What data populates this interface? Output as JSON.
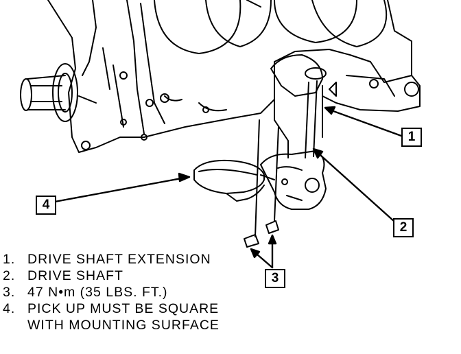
{
  "callouts": {
    "c1": "1",
    "c2": "2",
    "c3": "3",
    "c4": "4"
  },
  "legend": [
    {
      "num": "1.",
      "text": "DRIVE SHAFT EXTENSION"
    },
    {
      "num": "2.",
      "text": "DRIVE SHAFT"
    },
    {
      "num": "3.",
      "text": "47 N•m (35 LBS. FT.)"
    },
    {
      "num": "4.",
      "text": "PICK UP MUST BE SQUARE",
      "cont": "WITH MOUNTING SURFACE"
    }
  ],
  "colors": {
    "ink": "#000000",
    "paper": "#ffffff"
  }
}
